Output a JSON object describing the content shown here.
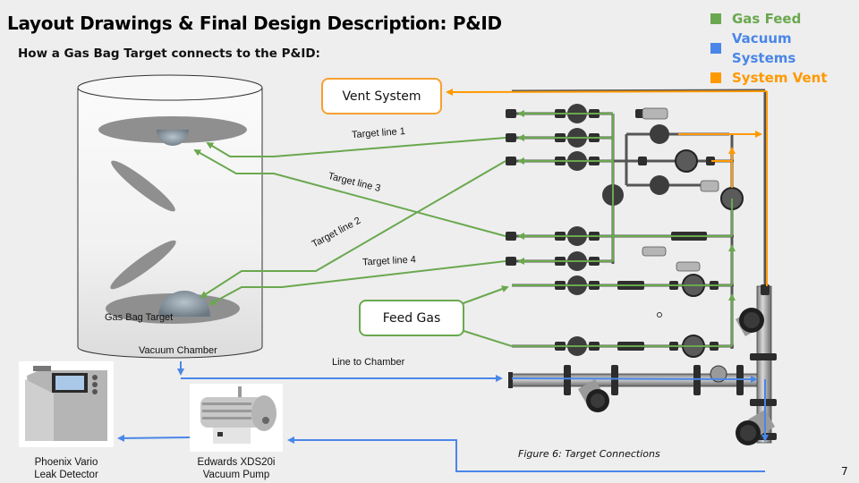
{
  "slide": {
    "title": "Layout Drawings & Final Design Description: P&ID",
    "subtitle": "How a Gas Bag Target connects to the P&ID:",
    "page_number": "7",
    "figure_caption": "Figure 6: Target Connections"
  },
  "legend": [
    {
      "label": "Gas Feed",
      "color": "#6aa84f"
    },
    {
      "label": "Vacuum Systems",
      "color": "#4a86e8"
    },
    {
      "label": "System Vent",
      "color": "#ff9900"
    }
  ],
  "colors": {
    "gas_feed": "#6aa84f",
    "vacuum": "#4a86e8",
    "vent": "#ff9900",
    "pipe": "#555555",
    "component": "#3a3a3a"
  },
  "boxes": {
    "vent_system": "Vent System",
    "feed_gas": "Feed Gas"
  },
  "chamber": {
    "label": "Vacuum Chamber",
    "target_label": "Gas Bag Target"
  },
  "lines": {
    "target_line_1": "Target line 1",
    "target_line_2": "Target line 2",
    "target_line_3": "Target line 3",
    "target_line_4": "Target line 4",
    "line_to_chamber": "Line to Chamber"
  },
  "devices": {
    "leak_detector": {
      "line1": "Phoenix Vario",
      "line2": "Leak Detector"
    },
    "vacuum_pump": {
      "line1": "Edwards XDS20i",
      "line2": "Vacuum Pump"
    }
  }
}
